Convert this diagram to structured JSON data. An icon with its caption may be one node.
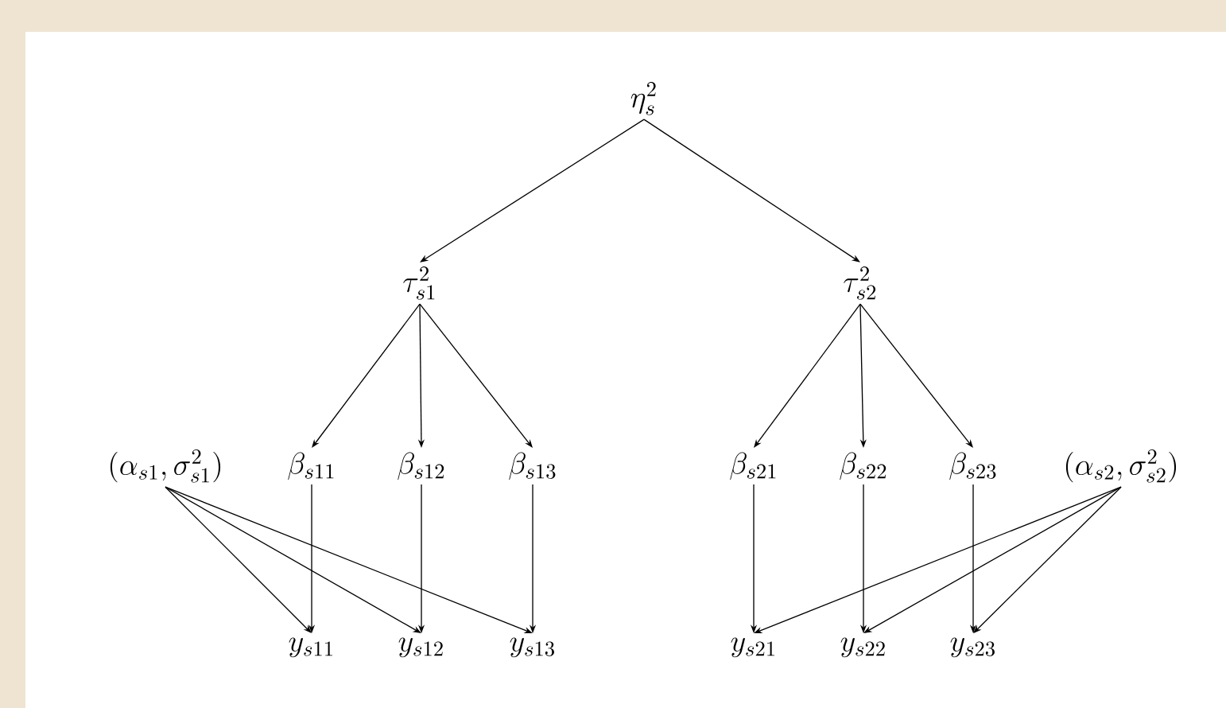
{
  "diagram": {
    "nodes": [
      {
        "text": [
          "\\eta_s^2"
        ]
      },
      {
        "text": [
          "\\tau_{s1}^2"
        ]
      },
      {
        "text": [
          "\\tau_{s2}^2"
        ]
      },
      {
        "text": [
          "(\\alpha_{s1},\\sigma_{s1}^2)"
        ]
      },
      {
        "text": [
          "\\beta_{s11}"
        ]
      },
      {
        "text": [
          "\\beta_{s12}"
        ]
      },
      {
        "text": [
          "\\beta_{s13}"
        ]
      },
      {
        "text": [
          "\\beta_{s21}"
        ]
      },
      {
        "text": [
          "\\beta_{s22}"
        ]
      },
      {
        "text": [
          "\\beta_{s23}"
        ]
      },
      {
        "text": [
          "(\\alpha_{s2},\\sigma_{s2}^2)"
        ]
      },
      {
        "text": [
          "y_{s11}"
        ]
      },
      {
        "text": [
          "y_{s12}"
        ]
      },
      {
        "text": [
          "y_{s13}"
        ]
      },
      {
        "text": [
          "y_{s21}"
        ]
      },
      {
        "text": [
          "y_{s22}"
        ]
      },
      {
        "text": [
          "y_{s23}"
        ]
      }
    ],
    "edges": [
      {
        "from": 0,
        "to": 1,
        "arrow": "to"
      },
      {
        "from": 0,
        "to": 2,
        "arrow": "to"
      },
      {
        "from": 1,
        "to": 4,
        "arrow": "to"
      },
      {
        "from": 1,
        "to": 5,
        "arrow": "to"
      },
      {
        "from": 1,
        "to": 6,
        "arrow": "to"
      },
      {
        "from": 2,
        "to": 7,
        "arrow": "to"
      },
      {
        "from": 2,
        "to": 8,
        "arrow": "to"
      },
      {
        "from": 2,
        "to": 9,
        "arrow": "to"
      },
      {
        "from": 3,
        "to": 11,
        "arrow": "to"
      },
      {
        "from": 3,
        "to": 12,
        "arrow": "to"
      },
      {
        "from": 3,
        "to": 13,
        "arrow": "to"
      },
      {
        "from": 4,
        "to": 11,
        "arrow": "to"
      },
      {
        "from": 5,
        "to": 12,
        "arrow": "to"
      },
      {
        "from": 6,
        "to": 13,
        "arrow": "to"
      },
      {
        "from": 7,
        "to": 14,
        "arrow": "to"
      },
      {
        "from": 8,
        "to": 15,
        "arrow": "to"
      },
      {
        "from": 9,
        "to": 16,
        "arrow": "to"
      },
      {
        "from": 10,
        "to": 14,
        "arrow": "to"
      },
      {
        "from": 10,
        "to": 15,
        "arrow": "to"
      },
      {
        "from": 10,
        "to": 16,
        "arrow": "to"
      }
    ]
  }
}
